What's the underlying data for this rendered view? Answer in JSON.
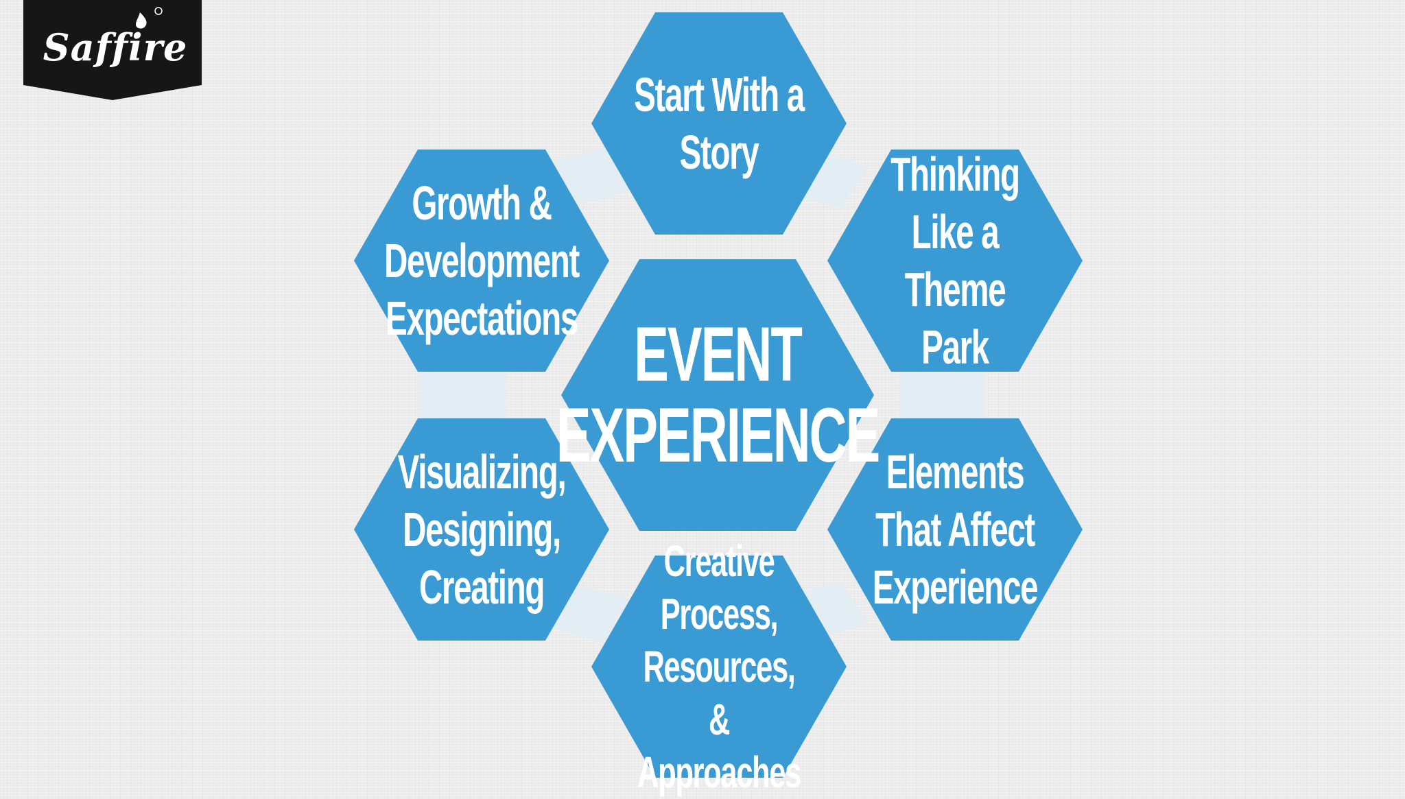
{
  "logo": {
    "text": "Saffire",
    "symbol": "®"
  },
  "diagram": {
    "center": {
      "label": "EVENT\nEXPERIENCE"
    },
    "nodes": [
      {
        "label": "Start With a\nStory"
      },
      {
        "label": "Thinking\nLike a\nTheme Park"
      },
      {
        "label": "Elements\nThat Affect\nExperience"
      },
      {
        "label": "Creative\nProcess,\nResources, &\nApproaches"
      },
      {
        "label": "Visualizing,\nDesigning,\nCreating"
      },
      {
        "label": "Growth &\nDevelopment\nExpectations"
      }
    ]
  },
  "colors": {
    "hexagon_fill": "#3a9ad3",
    "connector_fill": "#e2eef4",
    "text": "#ffffff",
    "logo_background": "#161616",
    "background": "#ececec"
  }
}
